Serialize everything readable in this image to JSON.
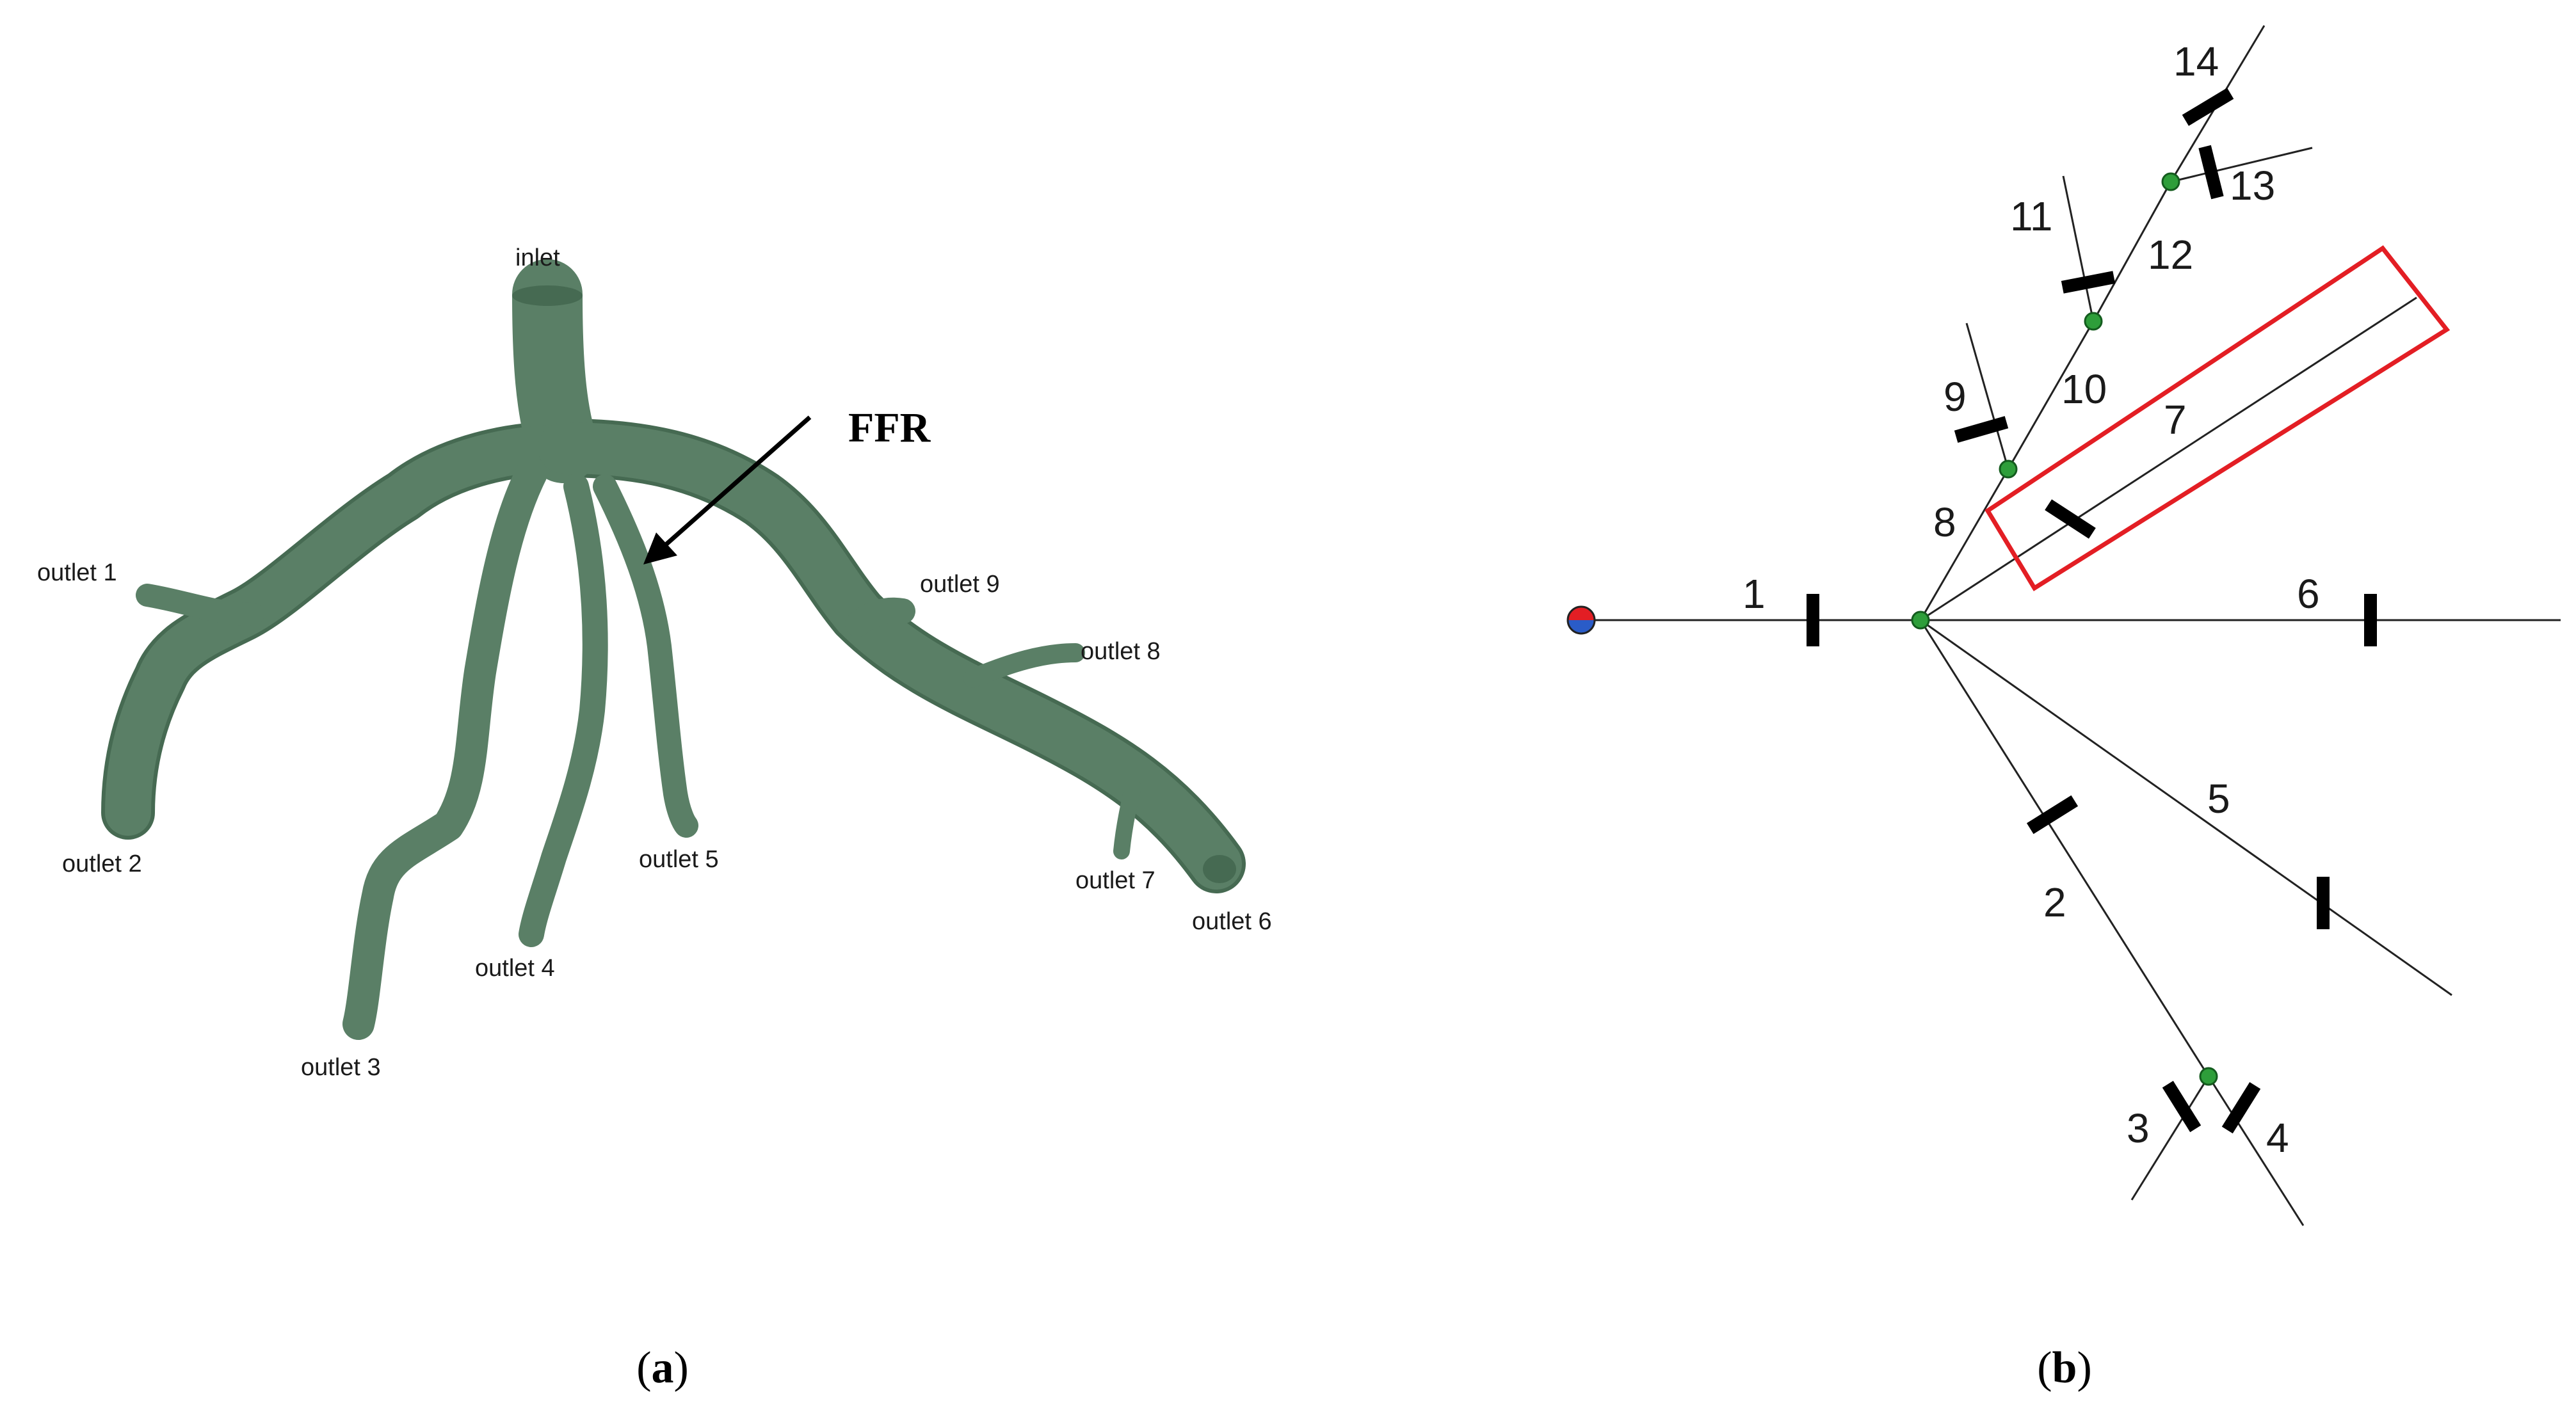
{
  "panel_a": {
    "caption_open": "(",
    "caption_letter": "a",
    "caption_close": ")",
    "vessel_color": "#5a7f66",
    "vessel_shade": "#466a52",
    "arrow_label": "FFR",
    "labels": {
      "inlet": "inlet",
      "outlet1": "outlet 1",
      "outlet2": "outlet 2",
      "outlet3": "outlet 3",
      "outlet4": "outlet 4",
      "outlet5": "outlet 5",
      "outlet6": "outlet 6",
      "outlet7": "outlet 7",
      "outlet8": "outlet 8",
      "outlet9": "outlet 9"
    }
  },
  "panel_b": {
    "caption_open": "(",
    "caption_letter": "b",
    "caption_close": ")",
    "highlight_color": "#e31e24",
    "node_color": "#2e9e3a",
    "inlet_top_color": "#e31e24",
    "inlet_bottom_color": "#2a5cc8",
    "segment_labels": [
      "1",
      "2",
      "3",
      "4",
      "5",
      "6",
      "7",
      "8",
      "9",
      "10",
      "11",
      "12",
      "13",
      "14"
    ]
  }
}
